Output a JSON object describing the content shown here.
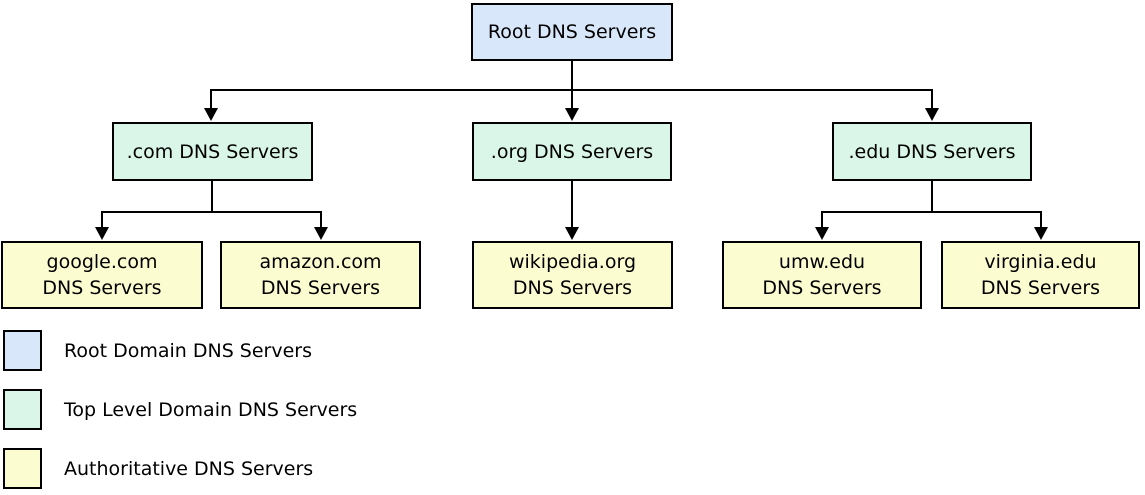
{
  "diagram": {
    "type": "tree",
    "root": {
      "label": "Root DNS Servers",
      "level": "root"
    },
    "tld_servers": [
      {
        "label": ".com DNS Servers",
        "parent": "Root DNS Servers"
      },
      {
        "label": ".org DNS Servers",
        "parent": "Root DNS Servers"
      },
      {
        "label": ".edu DNS Servers",
        "parent": "Root DNS Servers"
      }
    ],
    "authoritative_servers": [
      {
        "line1": "google.com",
        "line2": "DNS Servers",
        "parent": ".com DNS Servers"
      },
      {
        "line1": "amazon.com",
        "line2": "DNS Servers",
        "parent": ".com DNS Servers"
      },
      {
        "line1": "wikipedia.org",
        "line2": "DNS Servers",
        "parent": ".org DNS Servers"
      },
      {
        "line1": "umw.edu",
        "line2": "DNS Servers",
        "parent": ".edu DNS Servers"
      },
      {
        "line1": "virginia.edu",
        "line2": "DNS Servers",
        "parent": ".edu DNS Servers"
      }
    ],
    "colors": {
      "root_fill": "#d9e7fa",
      "tld_fill": "#d9f6e8",
      "authoritative_fill": "#fcfcd1",
      "line_and_border": "#000000",
      "background": "#ffffff"
    }
  },
  "legend": {
    "items": [
      {
        "label": "Root Domain DNS Servers",
        "color": "#d9e7fa"
      },
      {
        "label": "Top Level Domain DNS Servers",
        "color": "#d9f6e8"
      },
      {
        "label": "Authoritative DNS Servers",
        "color": "#fcfcd1"
      }
    ]
  }
}
